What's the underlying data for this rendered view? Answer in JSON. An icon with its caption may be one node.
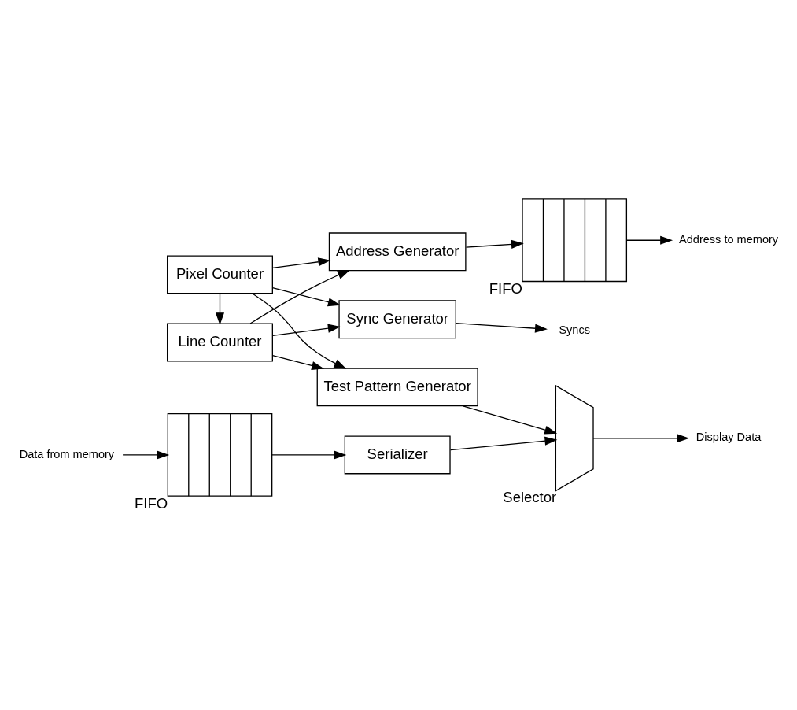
{
  "diagram": {
    "nodes": [
      {
        "text": [
          "Pixel Counter"
        ]
      },
      {
        "text": [
          "Line Counter"
        ]
      },
      {
        "text": [
          "Address Generator"
        ]
      },
      {
        "text": [
          "FIFO"
        ]
      },
      {
        "text": [
          "FIFO"
        ]
      },
      {
        "text": [
          "Serializer"
        ]
      },
      {
        "text": [
          "Selector"
        ]
      },
      {
        "text": [
          "Sync Generator"
        ]
      },
      {
        "text": [
          "Test Pattern Generator"
        ]
      },
      {
        "text": [
          "Address to memory"
        ]
      },
      {
        "text": [
          "Data from memory"
        ]
      },
      {
        "text": [
          "Display Data"
        ]
      },
      {
        "text": [
          "Syncs"
        ]
      }
    ],
    "edges": [
      {
        "from": 0,
        "to": 1,
        "arrow": "to"
      },
      {
        "from": 0,
        "to": 2,
        "arrow": "to"
      },
      {
        "from": 1,
        "to": 2,
        "arrow": "to"
      },
      {
        "from": 0,
        "to": 7,
        "arrow": "to"
      },
      {
        "from": 1,
        "to": 7,
        "arrow": "to"
      },
      {
        "from": 0,
        "to": 8,
        "arrow": "to"
      },
      {
        "from": 1,
        "to": 8,
        "arrow": "to"
      },
      {
        "from": 2,
        "to": 3,
        "arrow": "to"
      },
      {
        "from": 3,
        "to": 9,
        "arrow": "to"
      },
      {
        "from": 10,
        "to": 4,
        "arrow": "to"
      },
      {
        "from": 4,
        "to": 5,
        "arrow": "to"
      },
      {
        "from": 5,
        "to": 6,
        "arrow": "to"
      },
      {
        "from": 8,
        "to": 6,
        "arrow": "to"
      },
      {
        "from": 6,
        "to": 11,
        "arrow": "to"
      },
      {
        "from": 7,
        "to": 12,
        "arrow": "to"
      }
    ]
  }
}
